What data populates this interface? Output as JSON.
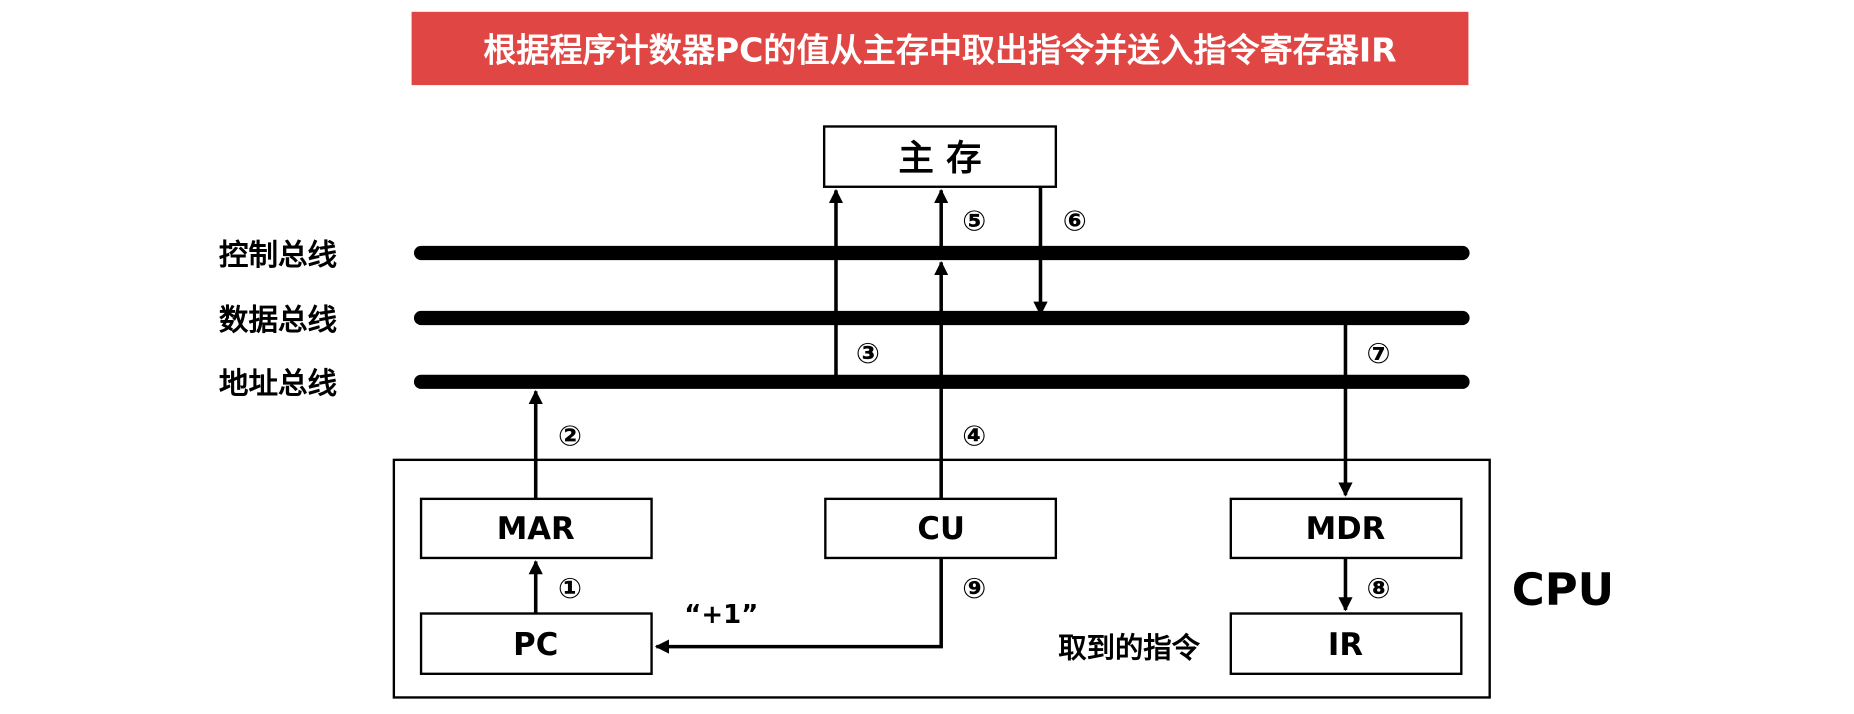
{
  "title": "根据程序计数器PC的值从主存中取出指令并送入指令寄存器IR",
  "colors": {
    "title_bg": "#e04643",
    "title_text": "#ffffff",
    "ink": "#000000"
  },
  "memory": "主 存",
  "buses": {
    "control": "控制总线",
    "data": "数据总线",
    "address": "地址总线"
  },
  "registers": {
    "mar": "MAR",
    "pc": "PC",
    "cu": "CU",
    "mdr": "MDR",
    "ir": "IR"
  },
  "cpu_label": "CPU",
  "plus_one": "“+1”",
  "fetched_label": "取到的指令",
  "steps": [
    "①",
    "②",
    "③",
    "④",
    "⑤",
    "⑥",
    "⑦",
    "⑧",
    "⑨"
  ]
}
